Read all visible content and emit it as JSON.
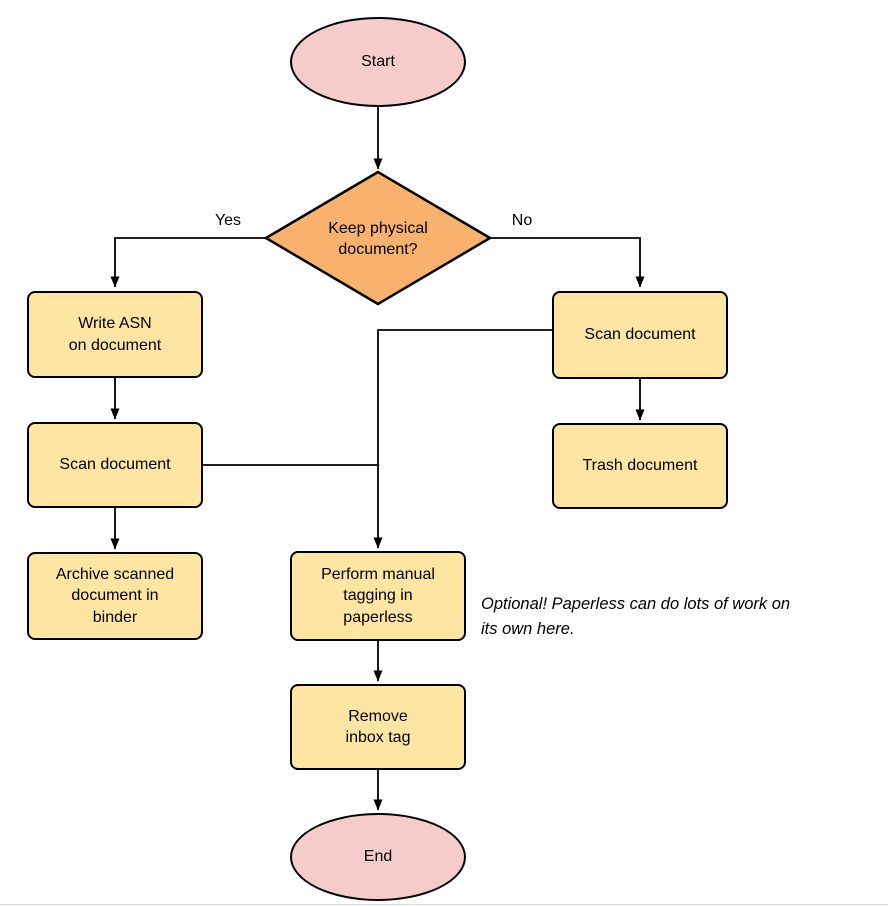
{
  "nodes": {
    "start": {
      "label": "Start",
      "type": "terminal"
    },
    "decision": {
      "label": "Keep physical\ndocument?",
      "type": "decision"
    },
    "write_asn": {
      "label": "Write ASN\non document",
      "type": "process"
    },
    "scan_left": {
      "label": "Scan document",
      "type": "process"
    },
    "archive": {
      "label": "Archive scanned\ndocument in\nbinder",
      "type": "process"
    },
    "scan_right": {
      "label": "Scan document",
      "type": "process"
    },
    "trash": {
      "label": "Trash document",
      "type": "process"
    },
    "tagging": {
      "label": "Perform manual\ntagging in\npaperless",
      "type": "process"
    },
    "remove_inbox": {
      "label": "Remove\ninbox tag",
      "type": "process"
    },
    "end": {
      "label": "End",
      "type": "terminal"
    }
  },
  "edge_labels": {
    "yes": "Yes",
    "no": "No"
  },
  "annotation": {
    "text": "Optional! Paperless can do lots of work on\nits own here."
  },
  "colors": {
    "terminal_fill": "#F6CBCB",
    "decision_fill": "#F9B26E",
    "process_fill": "#FFE5A3",
    "stroke": "#000000"
  }
}
